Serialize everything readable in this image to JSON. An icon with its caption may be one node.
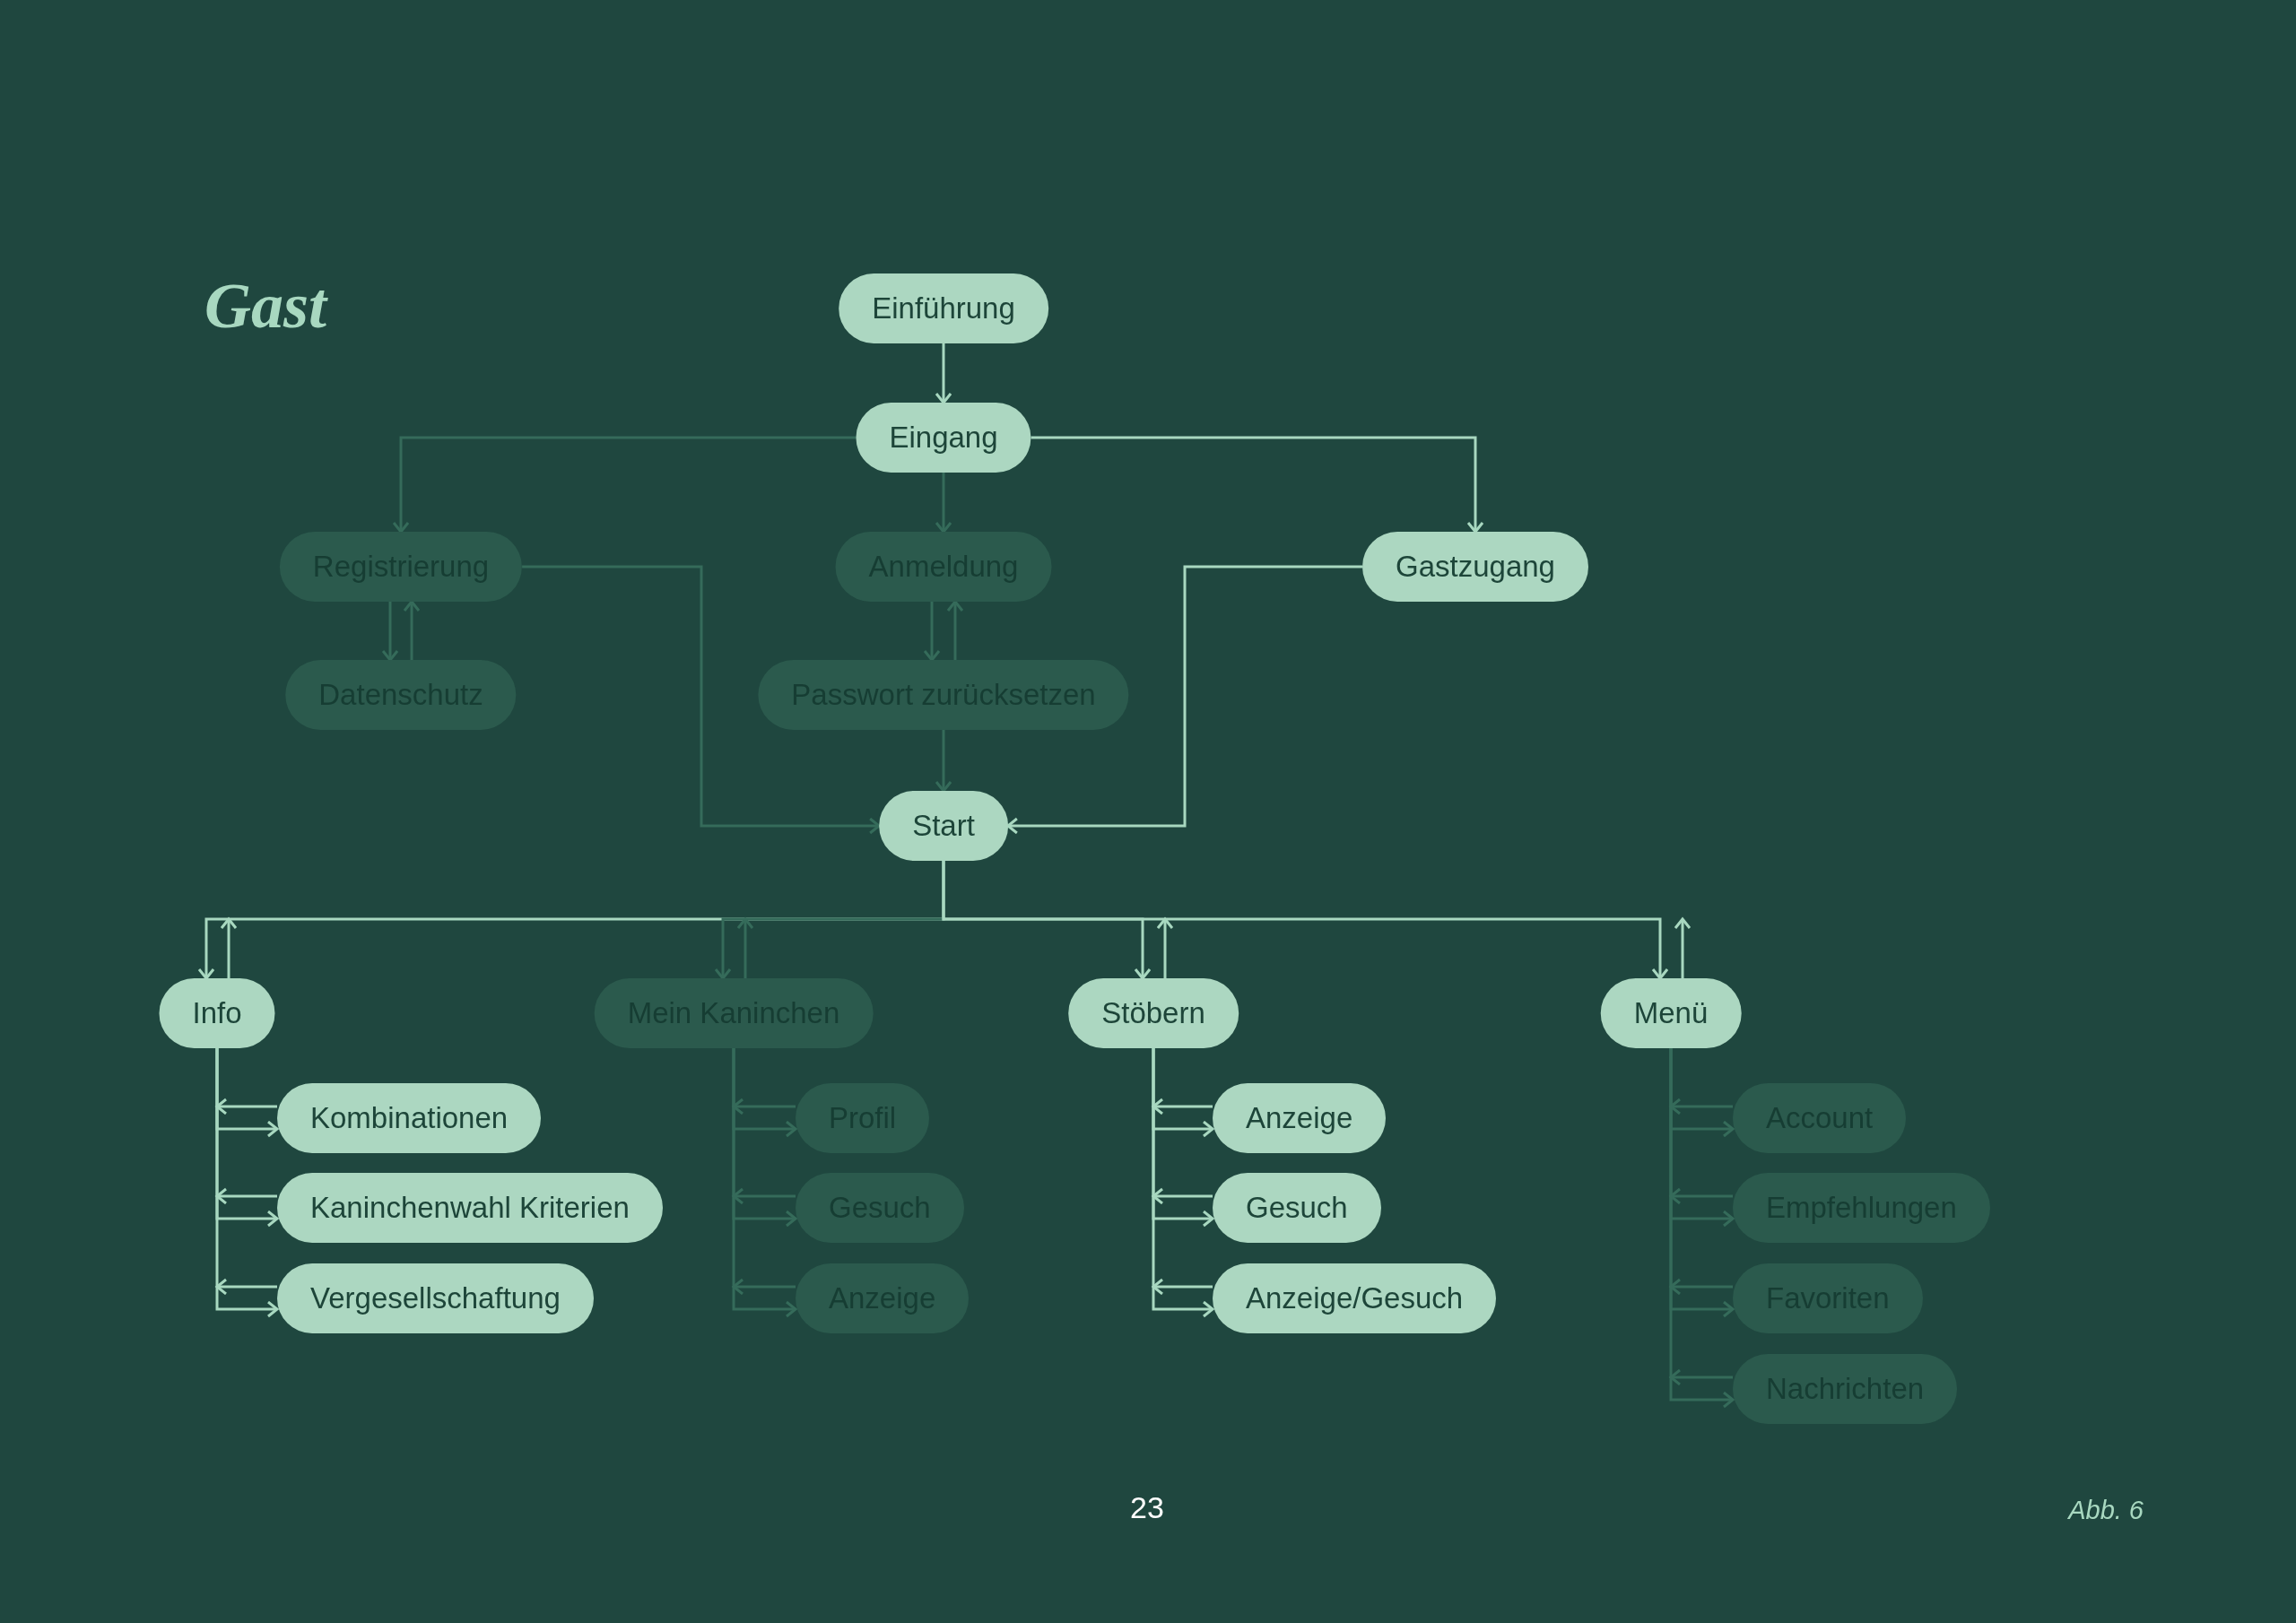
{
  "diagram": {
    "title": "Gast",
    "caption": "Abb. 6",
    "nodes": [
      {
        "text": [
          "Einführung"
        ]
      },
      {
        "text": [
          "Eingang"
        ]
      },
      {
        "text": [
          "Registrierung"
        ]
      },
      {
        "text": [
          "Anmeldung"
        ]
      },
      {
        "text": [
          "Gastzugang"
        ]
      },
      {
        "text": [
          "Datenschutz"
        ]
      },
      {
        "text": [
          "Passwort zurücksetzen"
        ]
      },
      {
        "text": [
          "Start"
        ]
      },
      {
        "text": [
          "Info"
        ]
      },
      {
        "text": [
          "Mein Kaninchen"
        ]
      },
      {
        "text": [
          "Stöbern"
        ]
      },
      {
        "text": [
          "Menü"
        ]
      },
      {
        "text": [
          "Kombinationen"
        ]
      },
      {
        "text": [
          "Kaninchenwahl Kriterien"
        ]
      },
      {
        "text": [
          "Vergesellschaftung"
        ]
      },
      {
        "text": [
          "Profil"
        ]
      },
      {
        "text": [
          "Gesuch"
        ]
      },
      {
        "text": [
          "Anzeige"
        ]
      },
      {
        "text": [
          "Anzeige"
        ]
      },
      {
        "text": [
          "Gesuch"
        ]
      },
      {
        "text": [
          "Anzeige/Gesuch"
        ]
      },
      {
        "text": [
          "Account"
        ]
      },
      {
        "text": [
          "Empfehlungen"
        ]
      },
      {
        "text": [
          "Favoriten"
        ]
      },
      {
        "text": [
          "Nachrichten"
        ]
      }
    ],
    "edges": [
      {
        "from": 0,
        "to": 1,
        "arrow": "to",
        "color": "#a8d8c0"
      },
      {
        "from": 1,
        "to": 2,
        "arrow": "to"
      },
      {
        "from": 1,
        "to": 3,
        "arrow": "to"
      },
      {
        "from": 1,
        "to": 4,
        "arrow": "to",
        "color": "#a8d8c0"
      },
      {
        "from": 2,
        "to": 5,
        "arrow": "to"
      },
      {
        "from": 5,
        "to": 2,
        "arrow": "to"
      },
      {
        "from": 3,
        "to": 6,
        "arrow": "to"
      },
      {
        "from": 6,
        "to": 3,
        "arrow": "to"
      },
      {
        "from": 6,
        "to": 7,
        "arrow": "to"
      },
      {
        "from": 2,
        "to": 7,
        "arrow": "to"
      },
      {
        "from": 4,
        "to": 7,
        "arrow": "to",
        "color": "#a8d8c0"
      },
      {
        "from": 7,
        "to": 8,
        "arrow": "to",
        "color": "#a8d8c0"
      },
      {
        "from": 8,
        "to": null,
        "arrow": "to",
        "color": "#a8d8c0"
      },
      {
        "from": 7,
        "to": 9,
        "arrow": "to"
      },
      {
        "from": 9,
        "to": null,
        "arrow": "to"
      },
      {
        "from": 7,
        "to": 10,
        "arrow": "to",
        "color": "#a8d8c0"
      },
      {
        "from": 10,
        "to": null,
        "arrow": "to",
        "color": "#a8d8c0"
      },
      {
        "from": 7,
        "to": 11,
        "arrow": "to",
        "color": "#a8d8c0"
      },
      {
        "from": 11,
        "to": null,
        "arrow": "to",
        "color": "#a8d8c0"
      },
      {
        "from": 8,
        "to": 12,
        "arrow": "to",
        "color": "#a8d8c0"
      },
      {
        "from": 12,
        "to": 8,
        "arrow": "to",
        "color": "#a8d8c0"
      },
      {
        "from": 8,
        "to": 13,
        "arrow": "to",
        "color": "#a8d8c0"
      },
      {
        "from": 13,
        "to": null,
        "arrow": "to",
        "color": "#a8d8c0"
      },
      {
        "from": 8,
        "to": 14,
        "arrow": "to",
        "color": "#a8d8c0"
      },
      {
        "from": 14,
        "to": null,
        "arrow": "to",
        "color": "#a8d8c0"
      },
      {
        "from": 9,
        "to": 15,
        "arrow": "to"
      },
      {
        "from": 15,
        "to": 9,
        "arrow": "to"
      },
      {
        "from": 9,
        "to": 16,
        "arrow": "to"
      },
      {
        "from": 16,
        "to": null,
        "arrow": "to"
      },
      {
        "from": 9,
        "to": 17,
        "arrow": "to"
      },
      {
        "from": 17,
        "to": null,
        "arrow": "to"
      },
      {
        "from": 10,
        "to": 18,
        "arrow": "to",
        "color": "#a8d8c0"
      },
      {
        "from": 18,
        "to": 10,
        "arrow": "to",
        "color": "#a8d8c0"
      },
      {
        "from": 10,
        "to": 19,
        "arrow": "to",
        "color": "#a8d8c0"
      },
      {
        "from": 19,
        "to": null,
        "arrow": "to",
        "color": "#a8d8c0"
      },
      {
        "from": 10,
        "to": 20,
        "arrow": "to",
        "color": "#a8d8c0"
      },
      {
        "from": 20,
        "to": null,
        "arrow": "to",
        "color": "#a8d8c0"
      },
      {
        "from": 11,
        "to": 21,
        "arrow": "to"
      },
      {
        "from": 21,
        "to": 11,
        "arrow": "to"
      },
      {
        "from": 11,
        "to": 22,
        "arrow": "to"
      },
      {
        "from": 22,
        "to": null,
        "arrow": "to"
      },
      {
        "from": 11,
        "to": 23,
        "arrow": "to"
      },
      {
        "from": 23,
        "to": null,
        "arrow": "to"
      },
      {
        "from": 11,
        "to": 24,
        "arrow": "to"
      },
      {
        "from": 24,
        "to": null,
        "arrow": "to"
      }
    ],
    "labels": [
      "23"
    ]
  }
}
